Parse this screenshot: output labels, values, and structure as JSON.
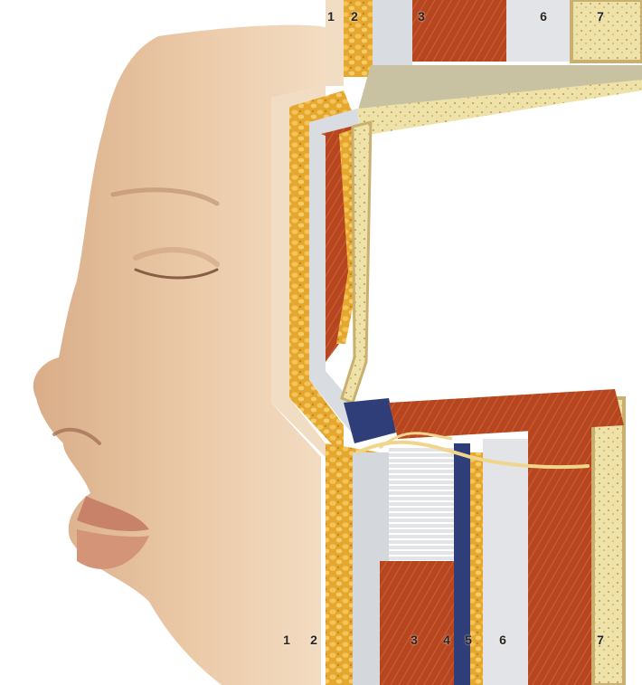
{
  "figure": {
    "subject": "facial soft-tissue layers, lateral cross-section",
    "colors": {
      "skin": "#e8c6a4",
      "skin_shadow": "#c99c78",
      "fat": "#e6a72e",
      "fat_dark": "#c8861c",
      "fascia": "#d9dce0",
      "muscle": "#b6461f",
      "muscle_light": "#d66a3c",
      "vein": "#2f3d78",
      "nerve": "#f0d58c",
      "bone_border": "#c9b070",
      "bone": "#efe2a8"
    }
  },
  "labels": {
    "top": [
      "1",
      "2",
      "3",
      "6",
      "7"
    ],
    "bottom": [
      "1",
      "2",
      "3",
      "4",
      "5",
      "6",
      "7"
    ]
  }
}
